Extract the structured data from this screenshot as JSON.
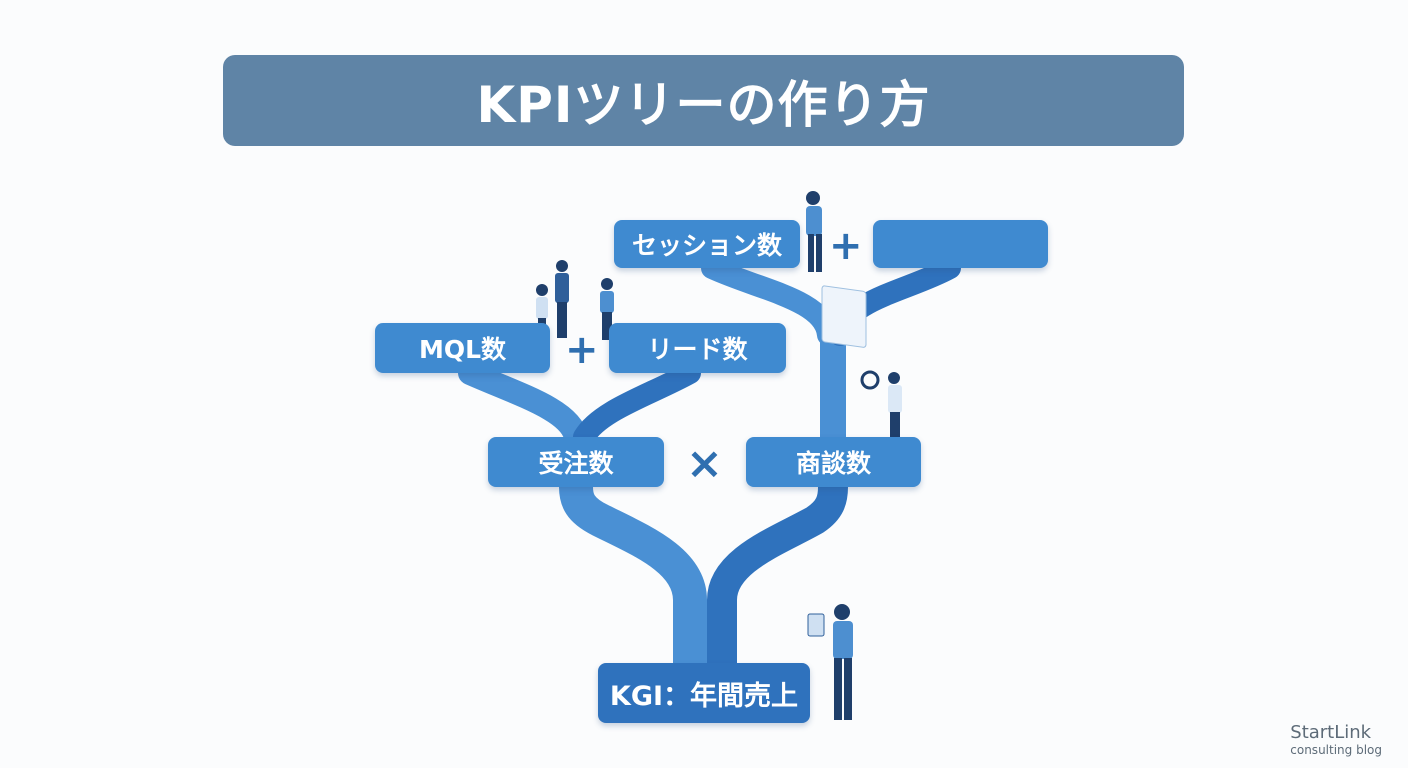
{
  "title": "KPIツリーの作り方",
  "nodes": {
    "session": "セッション数",
    "blank": "",
    "mql": "MQL数",
    "lead": "リード数",
    "orders": "受注数",
    "meetings": "商談数",
    "kgi": "KGI：年間売上"
  },
  "operators": {
    "plus": "+",
    "times": "×"
  },
  "brand": {
    "name": "StartLink",
    "tagline": "consulting blog"
  },
  "colors": {
    "title_bg": "#5f84a6",
    "node": "#3f8ad0",
    "kgi": "#2f72bd",
    "branch": "#3a82c8"
  }
}
